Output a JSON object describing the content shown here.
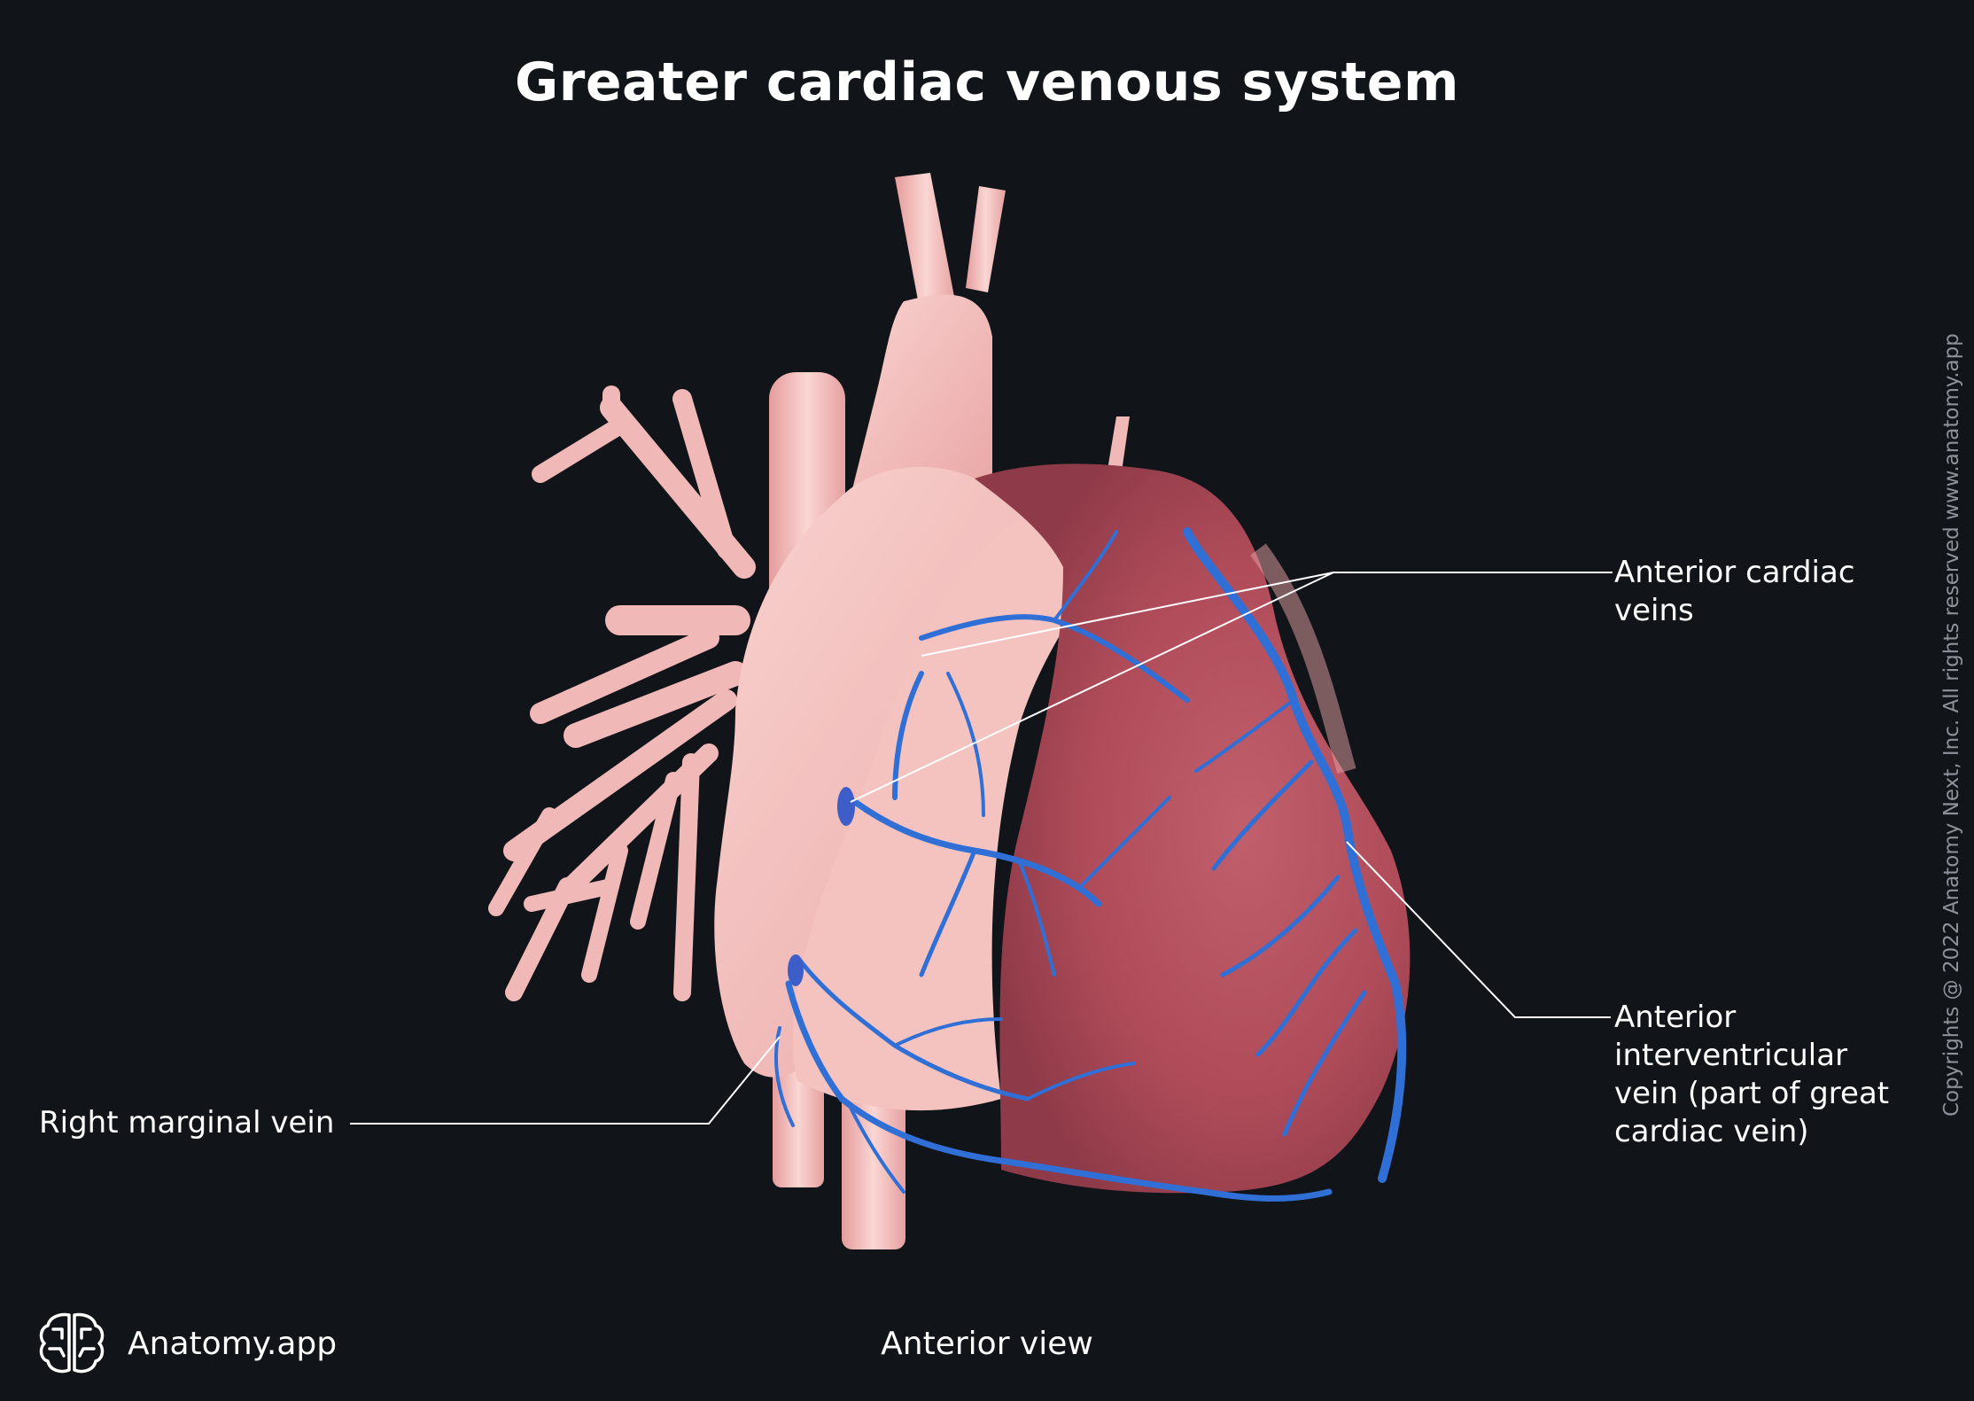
{
  "title": "Greater cardiac venous system",
  "view_label": "Anterior view",
  "brand": {
    "name": "Anatomy.app",
    "icon": "brain-logo-icon"
  },
  "copyright": "Copyrights @ 2022 Anatomy Next, Inc. All rights reserved www.anatomy.app",
  "labels": {
    "anterior_cardiac_veins": [
      "Anterior cardiac",
      "veins"
    ],
    "anterior_interventricular_vein": [
      "Anterior",
      "interventricular",
      "vein (part of great",
      "cardiac vein)"
    ],
    "right_marginal_vein": [
      "Right marginal vein"
    ]
  },
  "colors": {
    "background": "#111419",
    "heart_tissue": "#f2b8b6",
    "ventricle": "#b4545f",
    "vein": "#2f6fd6",
    "leader_line": "#ffffff"
  }
}
